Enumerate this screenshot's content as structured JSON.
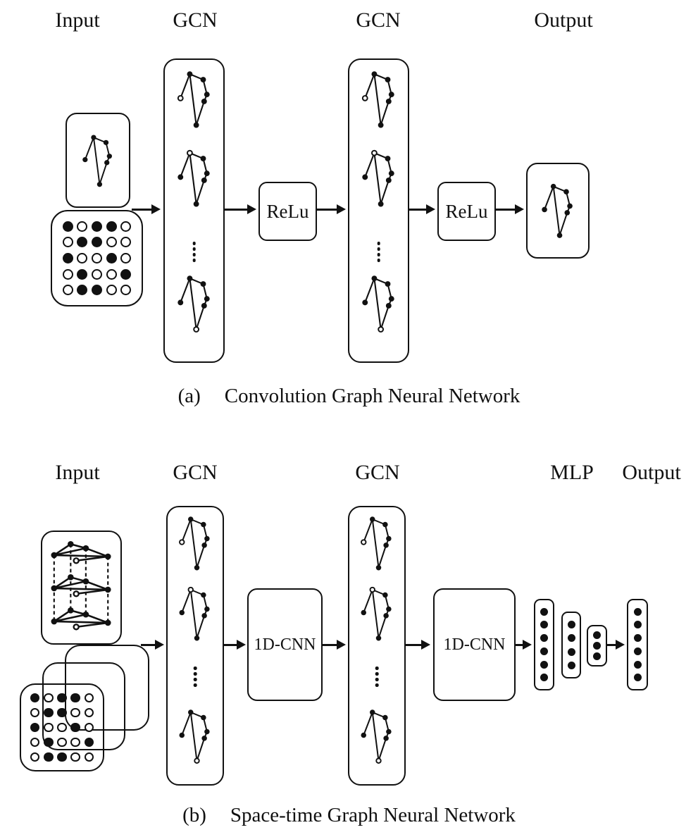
{
  "colors": {
    "ink": "#111111",
    "background": "#ffffff"
  },
  "diagram_a": {
    "labels": {
      "input": "Input",
      "gcn1": "GCN",
      "gcn2": "GCN",
      "output": "Output"
    },
    "relu1_label": "ReLu",
    "relu2_label": "ReLu",
    "adjacency_matrix": {
      "rows": [
        [
          1,
          0,
          1,
          1,
          0
        ],
        [
          0,
          1,
          1,
          0,
          0
        ],
        [
          1,
          0,
          0,
          1,
          0
        ],
        [
          0,
          1,
          0,
          0,
          1
        ],
        [
          0,
          1,
          1,
          0,
          0
        ]
      ]
    },
    "caption": {
      "index": "(a)",
      "text": "Convolution Graph Neural Network"
    }
  },
  "diagram_b": {
    "labels": {
      "input": "Input",
      "gcn1": "GCN",
      "gcn2": "GCN",
      "mlp": "MLP",
      "output": "Output"
    },
    "cnn1_label": "1D-CNN",
    "cnn2_label": "1D-CNN",
    "adjacency_matrix": {
      "rows": [
        [
          1,
          0,
          1,
          1,
          0
        ],
        [
          0,
          1,
          1,
          0,
          0
        ],
        [
          1,
          0,
          0,
          1,
          0
        ],
        [
          0,
          1,
          0,
          0,
          1
        ],
        [
          0,
          1,
          1,
          0,
          0
        ]
      ]
    },
    "mlp_layer_sizes": [
      6,
      4,
      3
    ],
    "output_layer_size": 6,
    "caption": {
      "index": "(b)",
      "text": "Space-time Graph Neural Network"
    }
  }
}
